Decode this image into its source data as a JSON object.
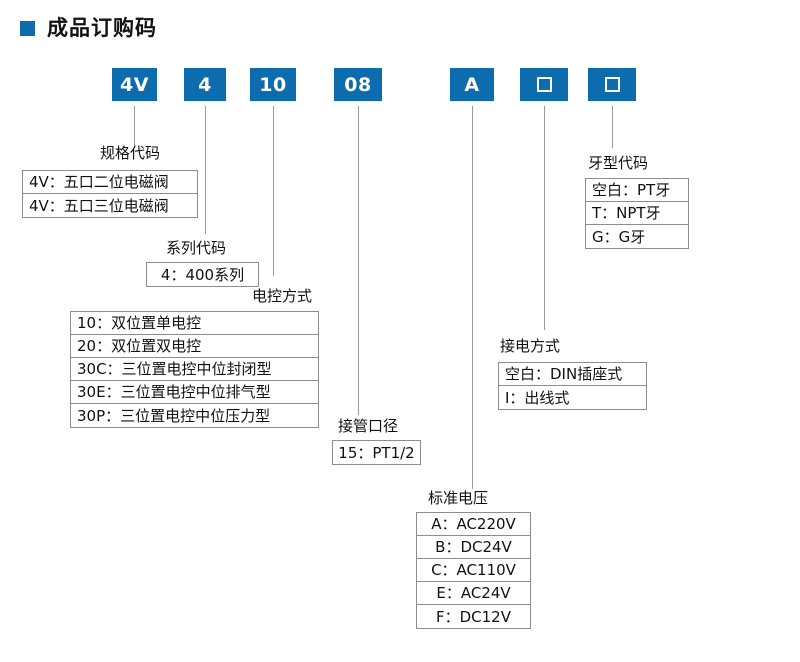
{
  "title": {
    "text": "成品订购码",
    "bullet_icon": "square-bullet-icon",
    "accent_color": "#0d6cae"
  },
  "code_boxes": [
    {
      "value": "4V",
      "kind": "text"
    },
    {
      "value": "4",
      "kind": "text"
    },
    {
      "value": "10",
      "kind": "text"
    },
    {
      "value": "08",
      "kind": "text"
    },
    {
      "value": "A",
      "kind": "text"
    },
    {
      "value": "",
      "kind": "blank-square"
    },
    {
      "value": "",
      "kind": "blank-square"
    }
  ],
  "groups": {
    "spec_code": {
      "label": "规格代码",
      "options": [
        "4V：五口二位电磁阀",
        "4V：五口三位电磁阀"
      ]
    },
    "series_code": {
      "label": "系列代码",
      "options": [
        "4：400系列"
      ]
    },
    "control_type": {
      "label": "电控方式",
      "options": [
        "10：双位置单电控",
        "20：双位置双电控",
        "30C：三位置电控中位封闭型",
        "30E：三位置电控中位排气型",
        "30P：三位置电控中位压力型"
      ]
    },
    "port_size": {
      "label": "接管口径",
      "options": [
        "15：PT1/2"
      ]
    },
    "voltage": {
      "label": "标准电压",
      "options": [
        "A：AC220V",
        "B：DC24V",
        "C：AC110V",
        "E：AC24V",
        "F：DC12V"
      ]
    },
    "wiring_type": {
      "label": "接电方式",
      "options": [
        "空白：DIN插座式",
        "I：出线式"
      ]
    },
    "thread_type": {
      "label": "牙型代码",
      "options": [
        "空白：PT牙",
        "T：NPT牙",
        "G：G牙"
      ]
    }
  }
}
